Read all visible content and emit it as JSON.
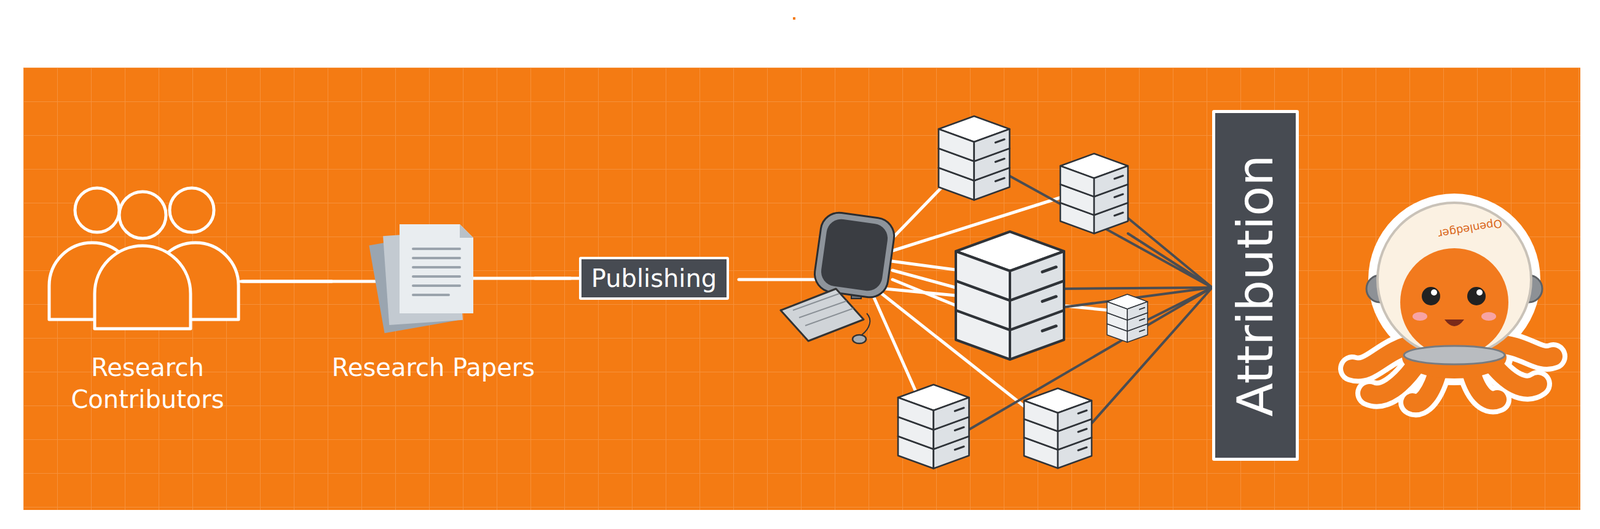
{
  "diagram": {
    "nodes": [
      {
        "text": [
          "Research Contributors"
        ]
      },
      {
        "text": [
          "Research Papers"
        ]
      },
      {
        "text": [
          "Publishing"
        ]
      },
      {
        "text": [
          "Attribution"
        ]
      }
    ],
    "edges": [
      {
        "from": 0,
        "to": 1,
        "arrow": "none"
      },
      {
        "from": 1,
        "to": 2,
        "arrow": "none"
      }
    ],
    "labels": [
      "Openledger"
    ]
  }
}
